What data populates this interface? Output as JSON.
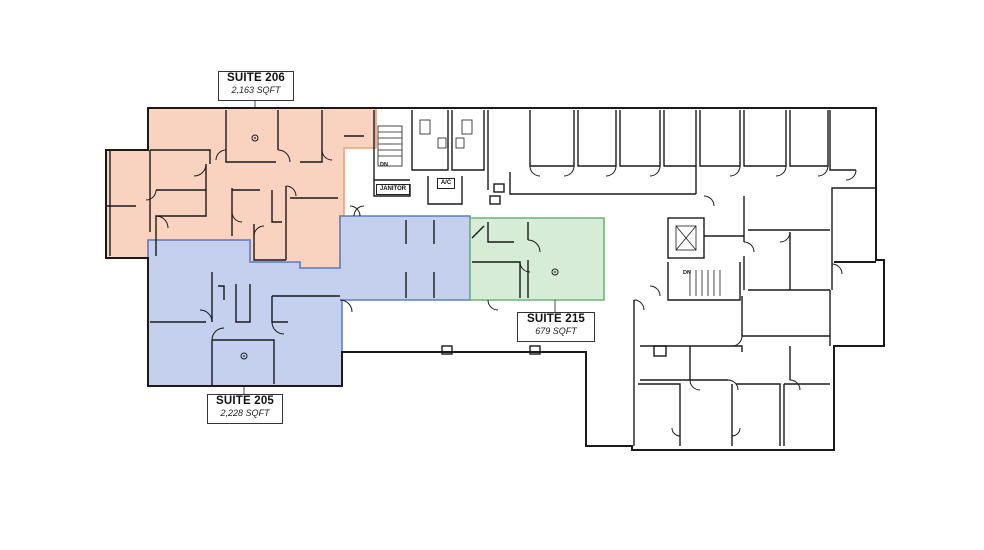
{
  "suites": [
    {
      "name": "SUITE 206",
      "area": "2,163 SQFT",
      "fill": "#f9d3bf",
      "stroke": "#e8a27f"
    },
    {
      "name": "SUITE 205",
      "area": "2,228 SQFT",
      "fill": "#c4d0ee",
      "stroke": "#5d7ec2"
    },
    {
      "name": "SUITE 215",
      "area": "679 SQFT",
      "fill": "#d6ecd6",
      "stroke": "#6fb27a"
    }
  ],
  "room_labels": {
    "janitor": "JANITOR",
    "ac": "A/C",
    "dn_stair_left": "DN",
    "dn_stair_right": "DN"
  },
  "colors": {
    "walls": "#1a1a1a",
    "background": "#ffffff"
  }
}
